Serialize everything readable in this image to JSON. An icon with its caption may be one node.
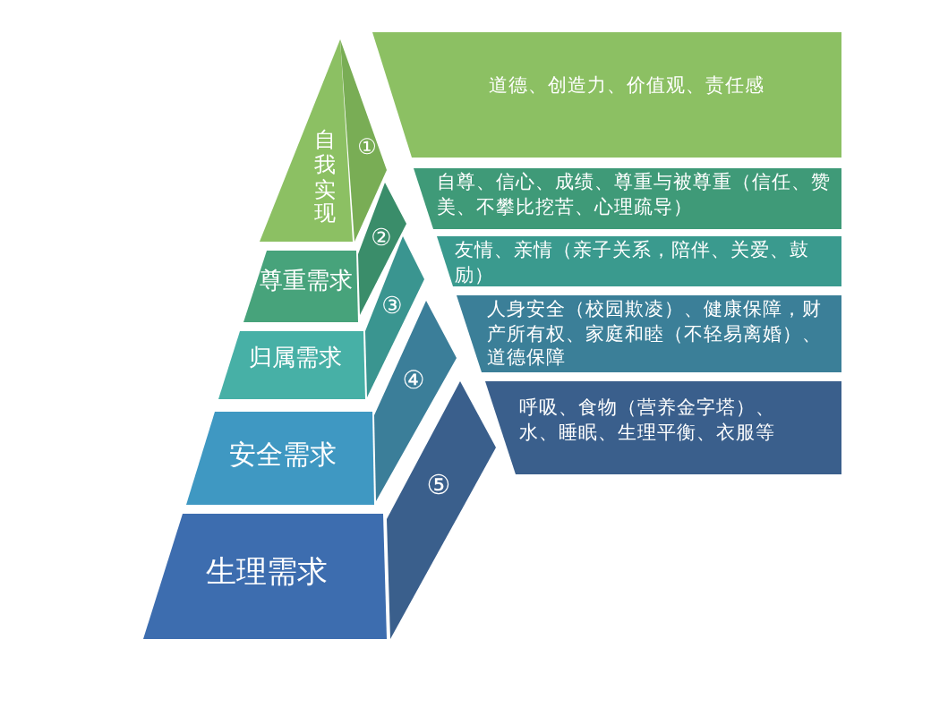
{
  "diagram": {
    "nodes": [
      {
        "text": [
          "自我实现"
        ]
      },
      {
        "text": [
          "尊重需求"
        ]
      },
      {
        "text": [
          "归属需求"
        ]
      },
      {
        "text": [
          "安全需求"
        ]
      },
      {
        "text": [
          "生理需求"
        ]
      },
      {
        "text": [
          "①"
        ]
      },
      {
        "text": [
          "②"
        ]
      },
      {
        "text": [
          "③"
        ]
      },
      {
        "text": [
          "④"
        ]
      },
      {
        "text": [
          "⑤"
        ]
      },
      {
        "text": [
          "道德、创造力、价值观、责任感"
        ]
      },
      {
        "text": [
          "自尊、信心、成绩、尊重与被尊重（信任、赞美、不攀比挖苦、心理疏导）"
        ]
      },
      {
        "text": [
          "友情、亲情（亲子关系，陪伴、关爱、鼓励）"
        ]
      },
      {
        "text": [
          "人身安全（校园欺凌）、健康保障，财产所有权、家庭和睦（不轻易离婚）、道德保障"
        ]
      },
      {
        "text": [
          "呼吸、食物（营养金字塔）、水、睡眠、生理平衡、衣服等"
        ]
      }
    ]
  }
}
